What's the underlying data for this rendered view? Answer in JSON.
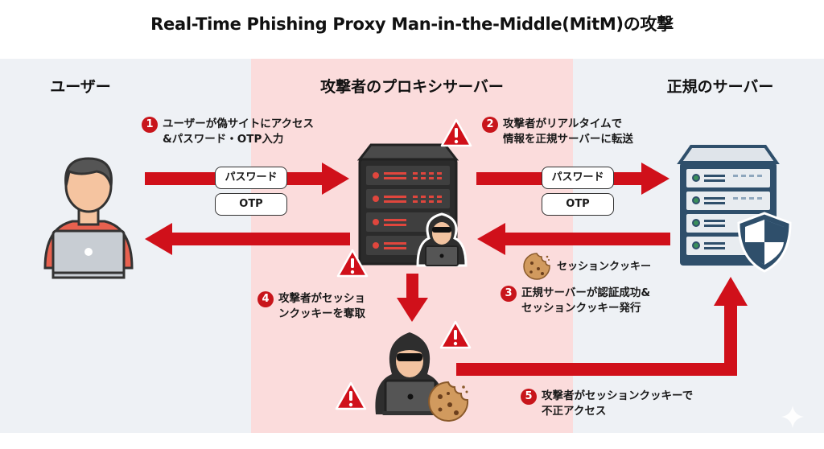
{
  "title": "Real-Time Phishing Proxy Man-in-the-Middle(MitM)の攻撃",
  "colors": {
    "arrow_red": "#d0101a",
    "badge_red": "#c8151b",
    "user_panel_bg": "#eef1f5",
    "proxy_panel_bg": "#fbdcdc",
    "server_panel_bg": "#eef1f5",
    "legit_server_blue": "#2f4f6b",
    "attacker_server_dark": "#2b2b2b"
  },
  "columns": {
    "user": "ユーザー",
    "proxy": "攻撃者のプロキシサーバー",
    "server": "正規のサーバー"
  },
  "steps": [
    {
      "number": "1",
      "lines": [
        "ユーザーが偽サイトにアクセス",
        "&パスワード・OTP入力"
      ]
    },
    {
      "number": "2",
      "lines": [
        "攻撃者がリアルタイムで",
        "情報を正規サーバーに転送"
      ]
    },
    {
      "number": "3",
      "lines": [
        "正規サーバーが認証成功&",
        "セッションクッキー発行"
      ]
    },
    {
      "number": "4",
      "lines": [
        "攻撃者がセッショ",
        "ンクッキーを奪取"
      ]
    },
    {
      "number": "5",
      "lines": [
        "攻撃者がセッションクッキーで",
        "不正アクセス"
      ]
    }
  ],
  "bubbles": {
    "left_password": "パスワード",
    "left_otp": "OTP",
    "right_password": "パスワード",
    "right_otp": "OTP"
  },
  "cookie_label": "セッションクッキー",
  "icons": [
    "user-laptop-icon",
    "attacker-server-icon",
    "hooded-hacker-icon",
    "legit-server-icon",
    "shield-icon",
    "warning-icon",
    "cookie-icon",
    "sparkle-icon"
  ]
}
